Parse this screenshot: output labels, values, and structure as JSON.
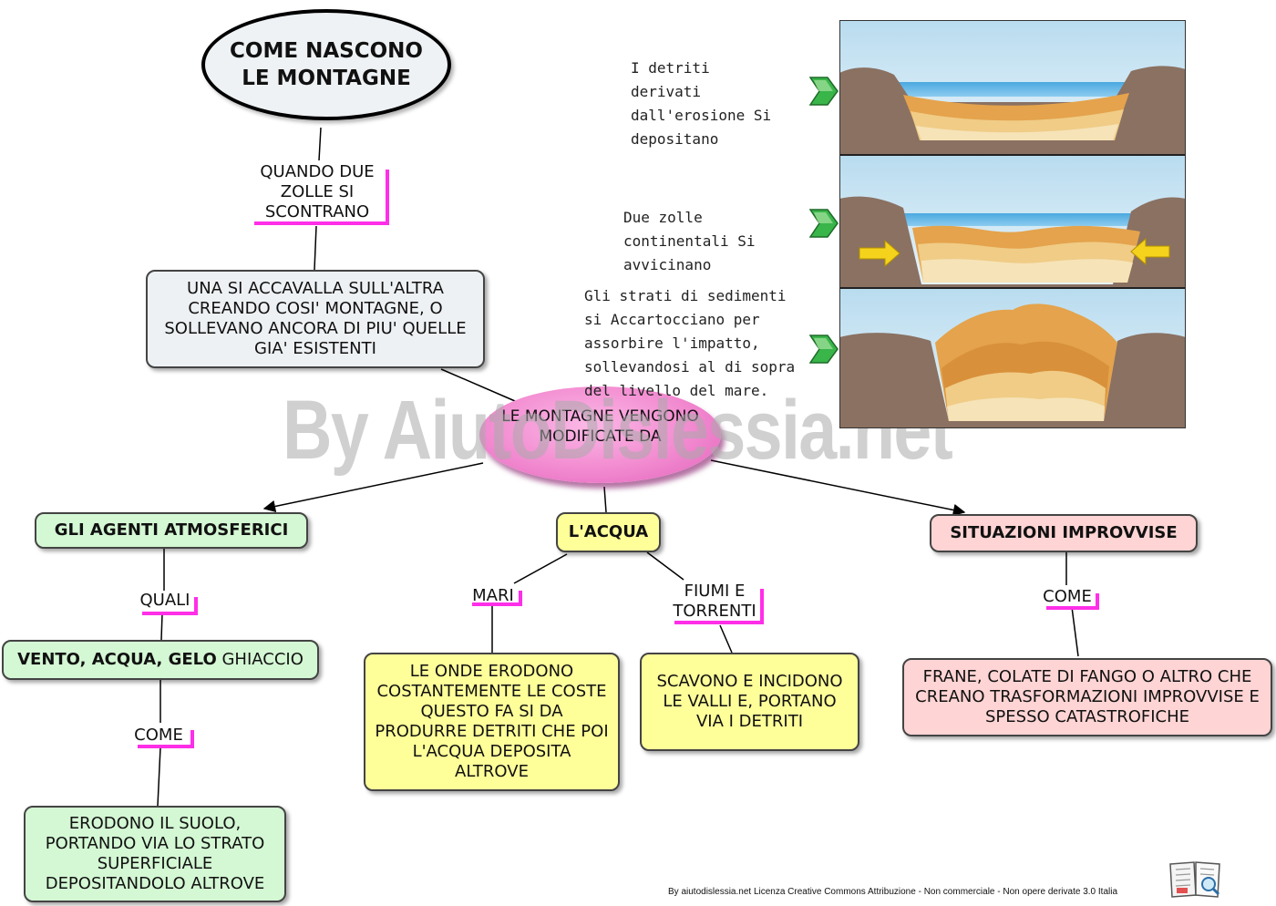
{
  "title": "COME NASCONO LE MONTAGNE",
  "top_link": "QUANDO DUE ZOLLE SI SCONTRANO",
  "top_box": "UNA SI ACCAVALLA SULL'ALTRA CREANDO COSI' MONTAGNE, O SOLLEVANO ANCORA DI PIU' QUELLE GIA' ESISTENTI",
  "center": "LE MONTAGNE VENGONO MODIFICATE DA",
  "watermark": "By AiutoDislessia.net",
  "branches": {
    "agenti": {
      "title": "GLI AGENTI ATMOSFERICI",
      "link1": "QUALI",
      "item_bold": "VENTO, ACQUA, GELO",
      "item_rest": " GHIACCIO",
      "link2": "COME",
      "result": "ERODONO IL SUOLO, PORTANDO VIA LO STRATO SUPERFICIALE DEPOSITANDOLO ALTROVE"
    },
    "acqua": {
      "title": "L'ACQUA",
      "link_mari": "MARI",
      "mari_result": "LE ONDE ERODONO COSTANTEMENTE LE COSTE QUESTO FA SI DA PRODURRE DETRITI CHE POI L'ACQUA DEPOSITA ALTROVE",
      "link_fiumi": "FIUMI E TORRENTI",
      "fiumi_result": "SCAVONO E INCIDONO LE VALLI E, PORTANO VIA I DETRITI"
    },
    "situazioni": {
      "title": "SITUAZIONI IMPROVVISE",
      "link": "COME",
      "result": "FRANE, COLATE DI FANGO O ALTRO CHE CREANO TRASFORMAZIONI IMPROVVISE E SPESSO CATASTROFICHE"
    }
  },
  "illustration": {
    "captions": [
      "I detriti derivati dall'erosione Si depositano",
      "Due zolle continentali Si avvicinano",
      "Gli strati di sedimenti si Accartocciano per assorbire l'impatto, sollevandosi al di sopra del livello del mare."
    ]
  },
  "footer": "By aiutodislessia.net Licenza Creative Commons Attribuzione - Non commerciale - Non opere derivate 3.0 Italia",
  "colors": {
    "green": "#d4f7d4",
    "yellow": "#ffff9a",
    "pink": "#ffd4d4",
    "center_oval": "#f48ad0",
    "magenta_marker": "#ff2ee8"
  }
}
